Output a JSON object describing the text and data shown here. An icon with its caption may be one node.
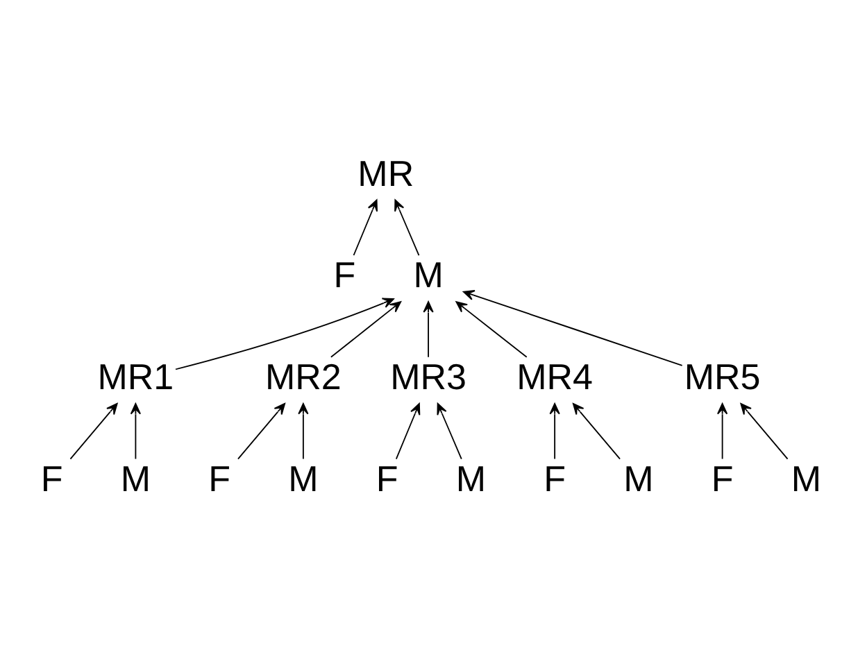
{
  "diagram": {
    "nodes": [
      {
        "text": [
          "MR"
        ]
      },
      {
        "text": [
          "F"
        ]
      },
      {
        "text": [
          "M"
        ]
      },
      {
        "text": [
          "MR1"
        ]
      },
      {
        "text": [
          "MR2"
        ]
      },
      {
        "text": [
          "MR3"
        ]
      },
      {
        "text": [
          "MR4"
        ]
      },
      {
        "text": [
          "MR5"
        ]
      },
      {
        "text": [
          "F"
        ]
      },
      {
        "text": [
          "M"
        ]
      },
      {
        "text": [
          "F"
        ]
      },
      {
        "text": [
          "M"
        ]
      },
      {
        "text": [
          "F"
        ]
      },
      {
        "text": [
          "M"
        ]
      },
      {
        "text": [
          "F"
        ]
      },
      {
        "text": [
          "M"
        ]
      },
      {
        "text": [
          "F"
        ]
      },
      {
        "text": [
          "M"
        ]
      }
    ],
    "edges": [
      {
        "from": 1,
        "to": 0,
        "arrow": "to"
      },
      {
        "from": 2,
        "to": 0,
        "arrow": "to"
      },
      {
        "from": 3,
        "to": 2,
        "arrow": "to"
      },
      {
        "from": 4,
        "to": 2,
        "arrow": "to"
      },
      {
        "from": 5,
        "to": 2,
        "arrow": "to"
      },
      {
        "from": 6,
        "to": 2,
        "arrow": "to"
      },
      {
        "from": 7,
        "to": 2,
        "arrow": "to"
      },
      {
        "from": 8,
        "to": 3,
        "arrow": "to"
      },
      {
        "from": 9,
        "to": 3,
        "arrow": "to"
      },
      {
        "from": 10,
        "to": 4,
        "arrow": "to"
      },
      {
        "from": 11,
        "to": 4,
        "arrow": "to"
      },
      {
        "from": 12,
        "to": 5,
        "arrow": "to"
      },
      {
        "from": 13,
        "to": 5,
        "arrow": "to"
      },
      {
        "from": 14,
        "to": 6,
        "arrow": "to"
      },
      {
        "from": 15,
        "to": 6,
        "arrow": "to"
      },
      {
        "from": 16,
        "to": 7,
        "arrow": "to"
      },
      {
        "from": 17,
        "to": 7,
        "arrow": "to"
      }
    ]
  }
}
